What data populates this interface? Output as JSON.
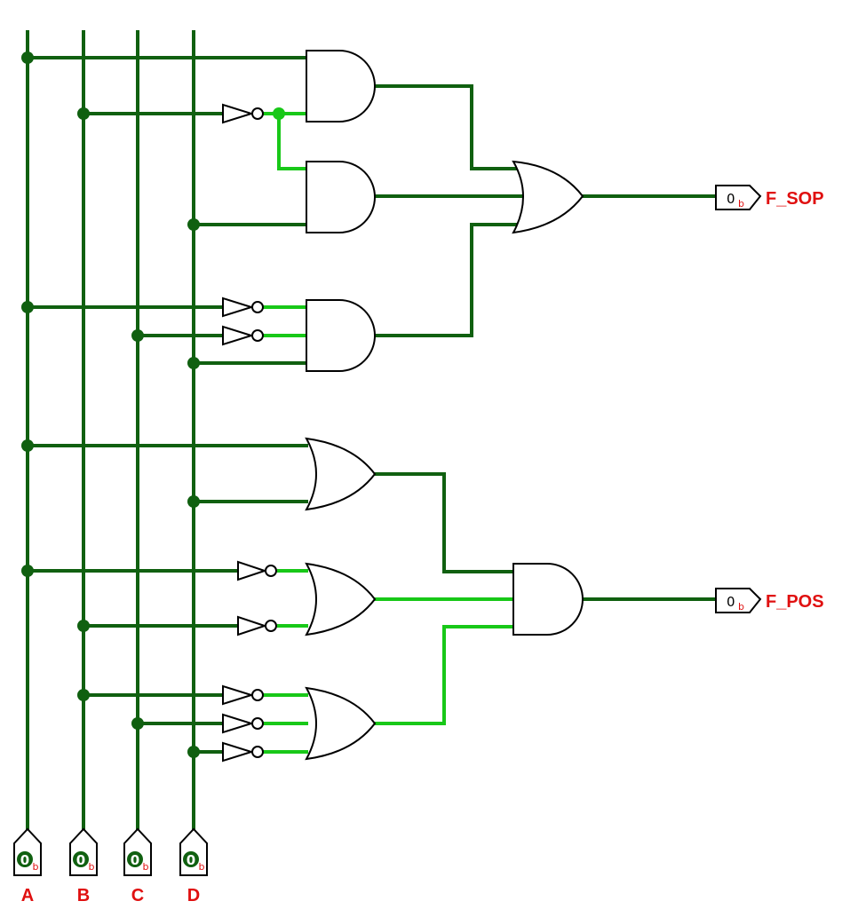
{
  "inputs": [
    {
      "name": "A",
      "value": "0",
      "base": "b"
    },
    {
      "name": "B",
      "value": "0",
      "base": "b"
    },
    {
      "name": "C",
      "value": "0",
      "base": "b"
    },
    {
      "name": "D",
      "value": "0",
      "base": "b"
    }
  ],
  "outputs": [
    {
      "name": "F_SOP",
      "value": "0",
      "base": "b"
    },
    {
      "name": "F_POS",
      "value": "0",
      "base": "b"
    }
  ],
  "colors": {
    "wire_low": "#106010",
    "wire_high": "#18c818",
    "label": "#e01010"
  }
}
